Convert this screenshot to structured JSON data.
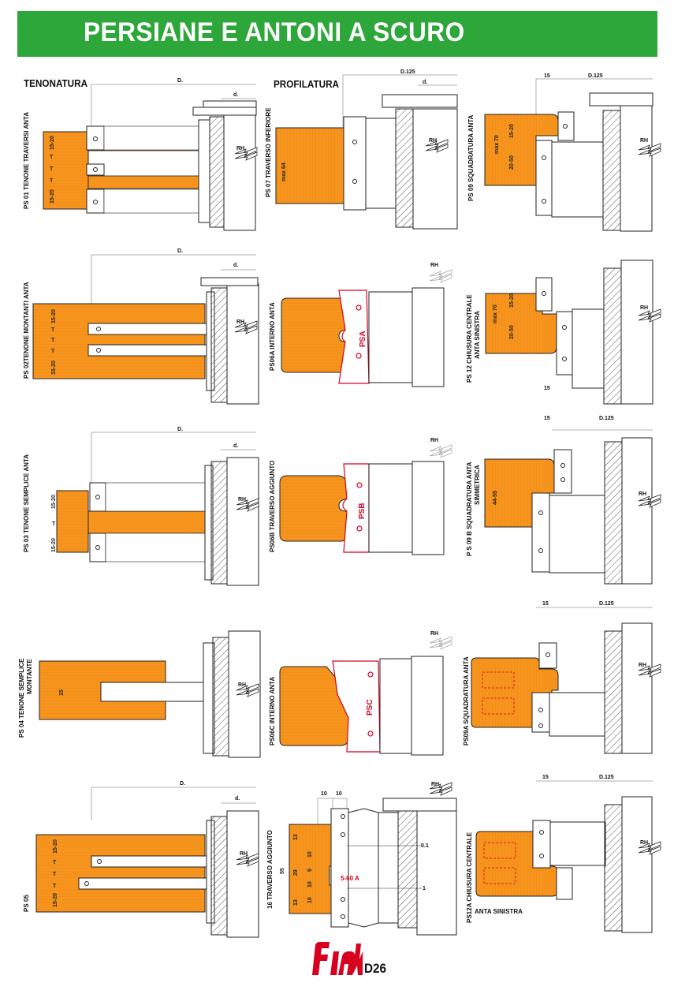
{
  "header": {
    "title": "PERSIANE E ANTONI A SCURO",
    "banner_color": "#2da63a"
  },
  "columns": {
    "tenonatura": "TENONATURA",
    "profilatura": "PROFILATURA"
  },
  "colors": {
    "orange": "#f7941d",
    "red": "#d8001e",
    "hatch": "#555555"
  },
  "panels": {
    "ps01": {
      "code": "PS 01 TENONE TRAVERSI ANTA",
      "t": "T",
      "d": "D.",
      "d2": "d.",
      "r1": "15-20",
      "r2": "15-20",
      "rh": "RH"
    },
    "ps07": {
      "code": "PS 07 TRAVERSO INFERIORE",
      "max": "max 64",
      "d": "D.125",
      "d2": "d.",
      "rh": "RH"
    },
    "ps09": {
      "code": "PS 09 SQUADRATURA ANTA",
      "d15": "15",
      "d": "D.125",
      "max": "max 70",
      "r1": "15-20",
      "r2": "20-50",
      "rh": "RH"
    },
    "ps02": {
      "code": "PS 02TENONE MONTANTI ANTA",
      "t": "T",
      "d": "D.",
      "d2": "d.",
      "r1": "15-20",
      "r2": "15-20",
      "rh": "RH"
    },
    "ps06a": {
      "code": "PS06A INTERNO ANTA",
      "psa": "PSA",
      "rh": "RH"
    },
    "ps12": {
      "code": "PS 12 CHIUSURA CENTRALE",
      "code2": "ANTA SINISTRA",
      "max": "max 70",
      "r1": "15-20",
      "r2": "20-50",
      "d15": "15",
      "rh": "RH"
    },
    "ps03": {
      "code": "PS 03 TENONE SEMPLICE ANTA",
      "t": "T",
      "d": "D.",
      "d2": "d.",
      "r1": "15-20",
      "r2": "15-20",
      "rh": "RH"
    },
    "ps06b": {
      "code": "PS06B TRAVERSO AGGIUNTO",
      "psb": "PSB",
      "rh": "RH"
    },
    "ps09b": {
      "code": "P S 09 B SQUADRATURA ANTA",
      "code2": "SIMMETRICA",
      "d15": "15",
      "d": "D.125",
      "r": "44-55",
      "rh": "RH"
    },
    "ps04": {
      "code": "PS 04 TENONE SEMPLICE",
      "code2": "MONTANTE",
      "r": "15",
      "rh": "RH"
    },
    "ps06c": {
      "code": "PS06C INTERNO ANTA",
      "psc": "PSC",
      "rh": "RH"
    },
    "ps09a": {
      "code": "PS09A SQUADRATURA ANTA",
      "d15": "15",
      "d": "D.125",
      "rh": "RH"
    },
    "ps05": {
      "code": "PS 05",
      "t": "T",
      "d": "D.",
      "d2": "d.",
      "r1": "15-20",
      "r2": "15-20",
      "rh": "RH"
    },
    "tr16": {
      "code": "16 TRAVERSO AGGIUNTO",
      "d10a": "10",
      "d10b": "10",
      "v55": "55",
      "v13a": "13",
      "v29": "29",
      "v10a": "10",
      "v9": "9",
      "v10b": "10",
      "v10c": "10",
      "v13b": "13",
      "v01": "0.1",
      "v1": "1",
      "cut": "5-60 A",
      "rh": "RH"
    },
    "ps12a": {
      "code": "PS12A CHIUSURA CENTRALE",
      "code2": "ANTA SINISTRA",
      "d15": "15",
      "d": "D.125",
      "rh": "RH"
    }
  },
  "footer": {
    "logo_icon": "fiak-logo",
    "code": "D26"
  }
}
